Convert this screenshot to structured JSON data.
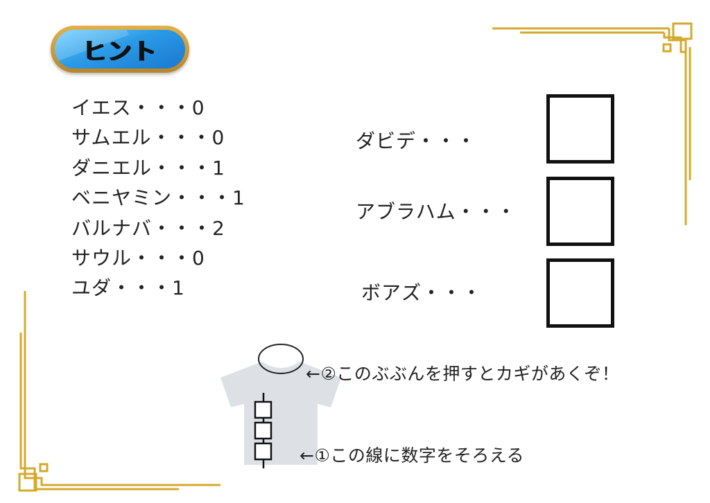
{
  "hint_badge": {
    "label": "ヒント"
  },
  "hints": [
    "イエス・・・0",
    "サムエル・・・0",
    "ダニエル・・・1",
    "ベニヤミン・・・1",
    "バルナバ・・・2",
    "サウル・・・0",
    "ユダ・・・1"
  ],
  "answers": [
    {
      "label": "ダビデ・・・"
    },
    {
      "label": "アブラハム・・・"
    },
    {
      "label": "ボアズ・・・"
    }
  ],
  "notes": {
    "collar": "←②このぶぶんを押すとカギがあくぞ！",
    "line": "←①この線に数字をそろえる"
  },
  "colors": {
    "frame_gold": "#d4a92c",
    "badge_blue": "#2b9be6",
    "shirt_gray": "#dde1e6"
  }
}
